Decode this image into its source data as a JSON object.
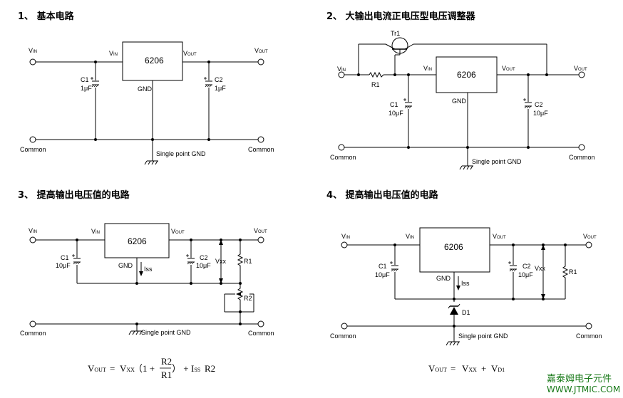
{
  "c1": {
    "heading": "1、 基本电路",
    "chip": "6206",
    "vin_left": "V",
    "vin_left_sub": "IN",
    "vin_pin": "V",
    "vin_pin_sub": "IN",
    "vout_pin": "V",
    "vout_pin_sub": "OUT",
    "vout_right": "V",
    "vout_right_sub": "OUT",
    "gnd": "GND",
    "c1_name": "C1",
    "c1_val": "1μF",
    "c2_name": "C2",
    "c2_val": "1μF",
    "common_left": "Common",
    "common_right": "Common",
    "single_gnd": "Single point GND"
  },
  "c2": {
    "heading": "2、 大输出电流正电压型电压调整器",
    "chip": "6206",
    "tr": "Tr1",
    "r1": "R1",
    "vin_left": "V",
    "vin_left_sub": "IN",
    "vin_pin": "V",
    "vin_pin_sub": "IN",
    "vout_pin": "V",
    "vout_pin_sub": "OUT",
    "vout_right": "V",
    "vout_right_sub": "OUT",
    "gnd": "GND",
    "c1_name": "C1",
    "c1_val": "10μF",
    "c2_name": "C2",
    "c2_val": "10μF",
    "common_left": "Common",
    "common_right": "Common",
    "single_gnd": "Single point GND"
  },
  "c3": {
    "heading": "3、 提高输出电压值的电路",
    "chip": "6206",
    "vin_left": "V",
    "vin_left_sub": "IN",
    "vin_pin": "V",
    "vin_pin_sub": "IN",
    "vout_pin": "V",
    "vout_pin_sub": "OUT",
    "vout_right": "V",
    "vout_right_sub": "OUT",
    "gnd": "GND",
    "iss": "Iss",
    "vxx": "Vxx",
    "r1": "R1",
    "r2": "R2",
    "c1_name": "C1",
    "c1_val": "10μF",
    "c2_name": "C2",
    "c2_val": "10μF",
    "common_left": "Common",
    "common_right": "Common",
    "single_gnd": "Single point GND",
    "eq": {
      "v": "V",
      "v_sub": "OUT",
      "eq1": "=",
      "vxx": "V",
      "vxx_sub": "XX",
      "paren_open": "（1 +",
      "num": "R2",
      "den": "R1",
      "paren_close": "） +",
      "iss": "I",
      "iss_sub": "SS",
      "tail": "R2"
    }
  },
  "c4": {
    "heading": "4、 提高输出电压值的电路",
    "chip": "6206",
    "vin_left": "V",
    "vin_left_sub": "IN",
    "vin_pin": "V",
    "vin_pin_sub": "IN",
    "vout_pin": "V",
    "vout_pin_sub": "OUT",
    "vout_right": "V",
    "vout_right_sub": "OUT",
    "gnd": "GND",
    "iss": "Iss",
    "vxx": "Vxx",
    "r1": "R1",
    "d1": "D1",
    "c1_name": "C1",
    "c1_val": "10μF",
    "c2_name": "C2",
    "c2_val": "10μF",
    "common_left": "Common",
    "common_right": "Common",
    "single_gnd": "Single point GND",
    "eq": {
      "v": "V",
      "v_sub": "OUT",
      "eq1": "=",
      "vxx": "V",
      "vxx_sub": "XX",
      "plus": "+",
      "vd": "V",
      "vd_sub": "D1"
    }
  },
  "watermark": {
    "cn": "嘉泰姆电子元件",
    "url": "WWW.JTMIC.COM",
    "color": "#1a7a1a"
  }
}
